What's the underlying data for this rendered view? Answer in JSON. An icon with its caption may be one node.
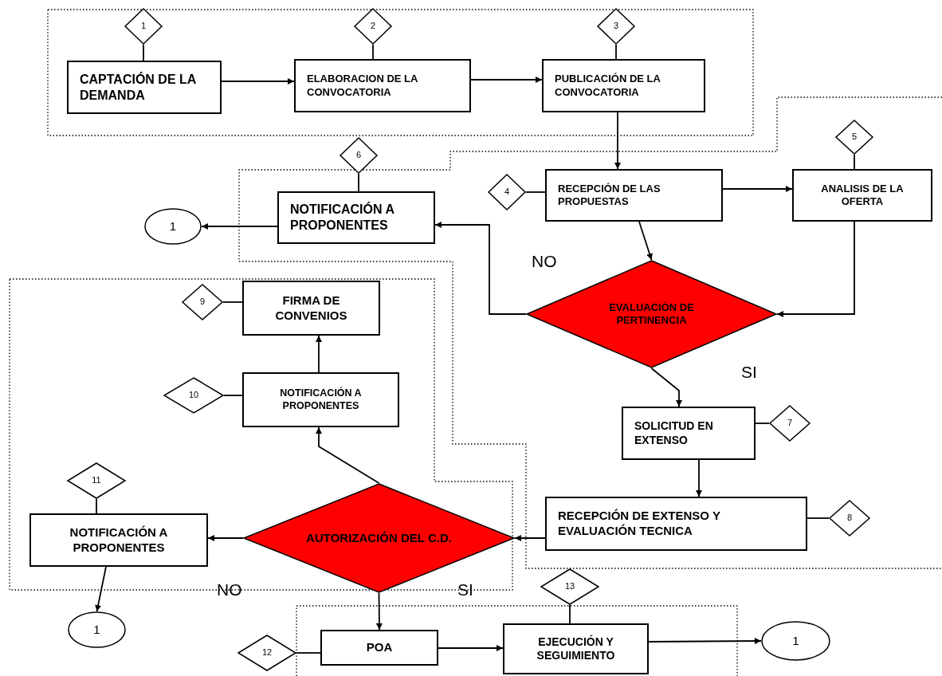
{
  "diagram": {
    "nodes": [
      {
        "text": [
          "1"
        ]
      },
      {
        "text": [
          "2"
        ]
      },
      {
        "text": [
          "3"
        ]
      },
      {
        "text": [
          "CAPTACIÓN DE LA DEMANDA"
        ]
      },
      {
        "text": [
          "ELABORACION DE LA CONVOCATORIA"
        ]
      },
      {
        "text": [
          "PUBLICACIÓN DE LA CONVOCATORIA"
        ]
      },
      {
        "text": [
          "5"
        ]
      },
      {
        "text": [
          "6"
        ]
      },
      {
        "text": [
          "4"
        ]
      },
      {
        "text": [
          "RECEPCIÓN DE LAS PROPUESTAS"
        ]
      },
      {
        "text": [
          "ANALISIS DE LA OFERTA"
        ]
      },
      {
        "text": [
          "1"
        ]
      },
      {
        "text": [
          "NOTIFICACIÓN A PROPONENTES"
        ]
      },
      {
        "text": [
          "EVALUACIÓN DE PERTINENCIA"
        ]
      },
      {
        "text": [
          "FIRMA DE CONVENIOS"
        ]
      },
      {
        "text": [
          "9"
        ]
      },
      {
        "text": [
          "NOTIFICACIÓN A PROPONENTES"
        ]
      },
      {
        "text": [
          "10"
        ]
      },
      {
        "text": [
          "SOLICITUD EN EXTENSO"
        ]
      },
      {
        "text": [
          "7"
        ]
      },
      {
        "text": [
          "11"
        ]
      },
      {
        "text": [
          "AUTORIZACIÓN DEL C.D."
        ]
      },
      {
        "text": [
          "NOTIFICACIÓN A PROPONENTES"
        ]
      },
      {
        "text": [
          "RECEPCIÓN DE EXTENSO Y EVALUACIÓN TECNICA"
        ]
      },
      {
        "text": [
          "8"
        ]
      },
      {
        "text": [
          "13"
        ]
      },
      {
        "text": [
          "1"
        ]
      },
      {
        "text": [
          "12"
        ]
      },
      {
        "text": [
          "POA"
        ]
      },
      {
        "text": [
          "EJECUCIÓN Y SEGUIMIENTO"
        ]
      },
      {
        "text": [
          "1"
        ]
      }
    ],
    "edges": [
      {
        "from": 3,
        "to": 4,
        "arrow": "to"
      },
      {
        "from": 4,
        "to": 5,
        "arrow": "to"
      },
      {
        "from": 5,
        "to": 9,
        "arrow": "to"
      },
      {
        "from": 9,
        "to": 10,
        "arrow": "to"
      },
      {
        "from": 9,
        "to": 13,
        "arrow": "to"
      },
      {
        "from": 10,
        "to": 13,
        "arrow": "to"
      },
      {
        "from": 13,
        "to": 12,
        "arrow": "to"
      },
      {
        "from": 12,
        "to": 11,
        "arrow": "to"
      },
      {
        "from": 13,
        "to": 18,
        "arrow": "to"
      },
      {
        "from": 18,
        "to": 23,
        "arrow": "to"
      },
      {
        "from": 23,
        "to": 21,
        "arrow": "to"
      },
      {
        "from": 21,
        "to": 16,
        "arrow": "to"
      },
      {
        "from": 16,
        "to": 14,
        "arrow": "to"
      },
      {
        "from": 21,
        "to": 22,
        "arrow": "to"
      },
      {
        "from": 22,
        "to": 26,
        "arrow": "to"
      },
      {
        "from": 21,
        "to": 28,
        "arrow": "to"
      },
      {
        "from": 28,
        "to": 29,
        "arrow": "to"
      },
      {
        "from": 29,
        "to": 30,
        "arrow": "to"
      },
      {
        "from": 0,
        "to": 3,
        "arrow": "none"
      },
      {
        "from": 1,
        "to": 4,
        "arrow": "none"
      },
      {
        "from": 2,
        "to": 5,
        "arrow": "none"
      },
      {
        "from": 6,
        "to": 10,
        "arrow": "none"
      },
      {
        "from": 7,
        "to": 12,
        "arrow": "none"
      },
      {
        "from": 8,
        "to": 9,
        "arrow": "none"
      },
      {
        "from": 15,
        "to": 14,
        "arrow": "none"
      },
      {
        "from": 17,
        "to": 16,
        "arrow": "none"
      },
      {
        "from": 19,
        "to": 18,
        "arrow": "none"
      },
      {
        "from": 20,
        "to": 22,
        "arrow": "none"
      },
      {
        "from": 24,
        "to": 23,
        "arrow": "none"
      },
      {
        "from": 25,
        "to": 29,
        "arrow": "none"
      },
      {
        "from": 27,
        "to": 28,
        "arrow": "none"
      }
    ],
    "labels": [
      "NO",
      "SI",
      "NO",
      "SI"
    ]
  }
}
